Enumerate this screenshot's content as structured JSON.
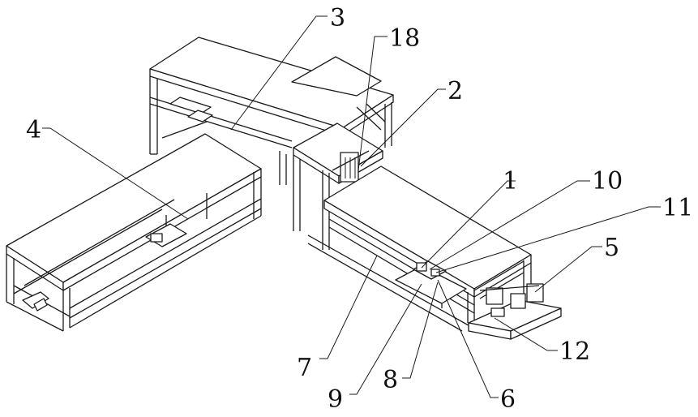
{
  "callouts": [
    "1",
    "2",
    "3",
    "4",
    "5",
    "6",
    "7",
    "8",
    "9",
    "10",
    "11",
    "12",
    "18"
  ]
}
